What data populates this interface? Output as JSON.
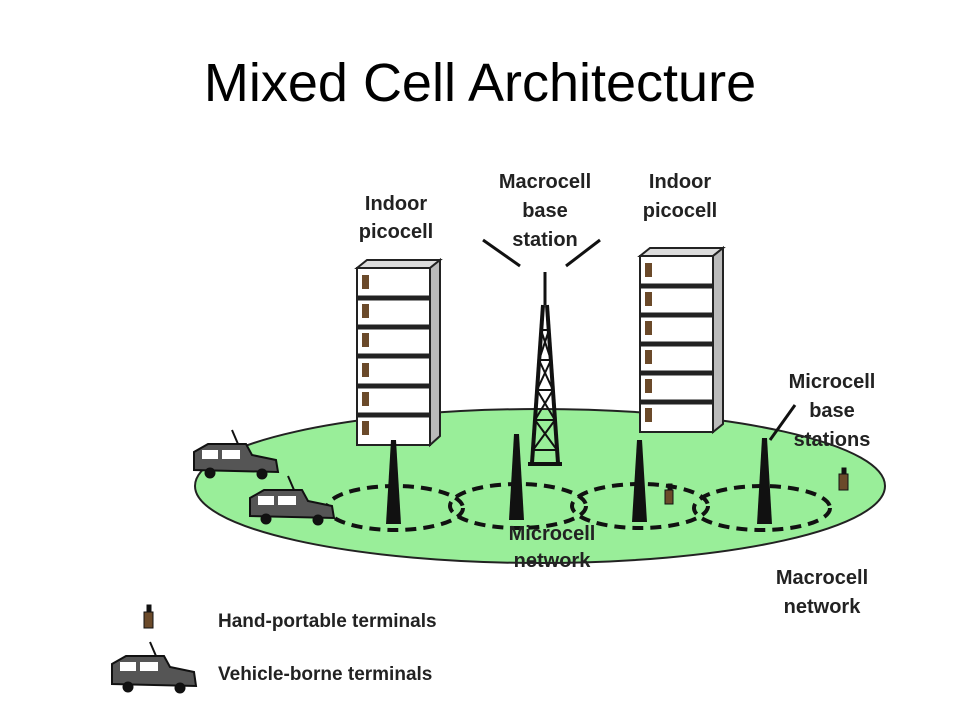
{
  "slide": {
    "title": "Mixed Cell Architecture"
  },
  "labels": {
    "indoor_picocell_left": [
      "Indoor",
      "picocell"
    ],
    "macrocell_base_station": [
      "Macrocell",
      "base",
      "station"
    ],
    "indoor_picocell_right": [
      "Indoor",
      "picocell"
    ],
    "microcell_base_stations": [
      "Microcell",
      "base",
      "stations"
    ],
    "microcell_network": [
      "Microcell",
      "network"
    ],
    "macrocell_network": [
      "Macrocell",
      "network"
    ]
  },
  "legend": {
    "hand_portable": "Hand-portable terminals",
    "vehicle_borne": "Vehicle-borne terminals"
  },
  "colors": {
    "ground": "#99ee99",
    "ink": "#111111"
  }
}
